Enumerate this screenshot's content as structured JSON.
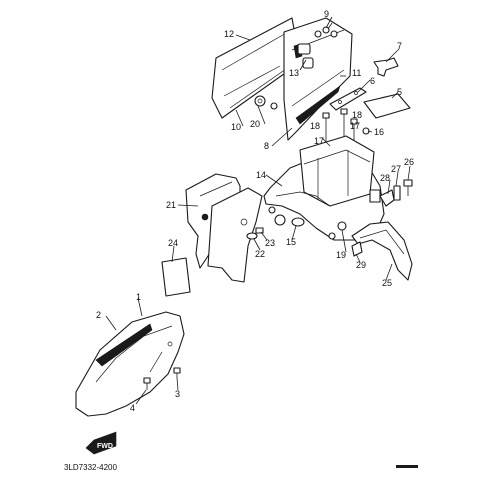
{
  "diagram": {
    "callouts": [
      {
        "id": "c1",
        "text": "1"
      },
      {
        "id": "c2",
        "text": "2"
      },
      {
        "id": "c3",
        "text": "3"
      },
      {
        "id": "c4",
        "text": "4"
      },
      {
        "id": "c5",
        "text": "5"
      },
      {
        "id": "c6",
        "text": "6"
      },
      {
        "id": "c7",
        "text": "7"
      },
      {
        "id": "c8",
        "text": "8"
      },
      {
        "id": "c9",
        "text": "9"
      },
      {
        "id": "c10",
        "text": "10"
      },
      {
        "id": "c11",
        "text": "11"
      },
      {
        "id": "c12",
        "text": "12"
      },
      {
        "id": "c13",
        "text": "13"
      },
      {
        "id": "c14",
        "text": "14"
      },
      {
        "id": "c15",
        "text": "15"
      },
      {
        "id": "c16",
        "text": "16"
      },
      {
        "id": "c17a",
        "text": "17"
      },
      {
        "id": "c17b",
        "text": "17"
      },
      {
        "id": "c18a",
        "text": "18"
      },
      {
        "id": "c18b",
        "text": "18"
      },
      {
        "id": "c19",
        "text": "19"
      },
      {
        "id": "c20",
        "text": "20"
      },
      {
        "id": "c21",
        "text": "21"
      },
      {
        "id": "c22",
        "text": "22"
      },
      {
        "id": "c23",
        "text": "23"
      },
      {
        "id": "c24",
        "text": "24"
      },
      {
        "id": "c25",
        "text": "25"
      },
      {
        "id": "c26",
        "text": "26"
      },
      {
        "id": "c27",
        "text": "27"
      },
      {
        "id": "c28",
        "text": "28"
      },
      {
        "id": "c29",
        "text": "29"
      }
    ],
    "part_code": "3LD7332-4200",
    "fwd_label": "FWD"
  }
}
